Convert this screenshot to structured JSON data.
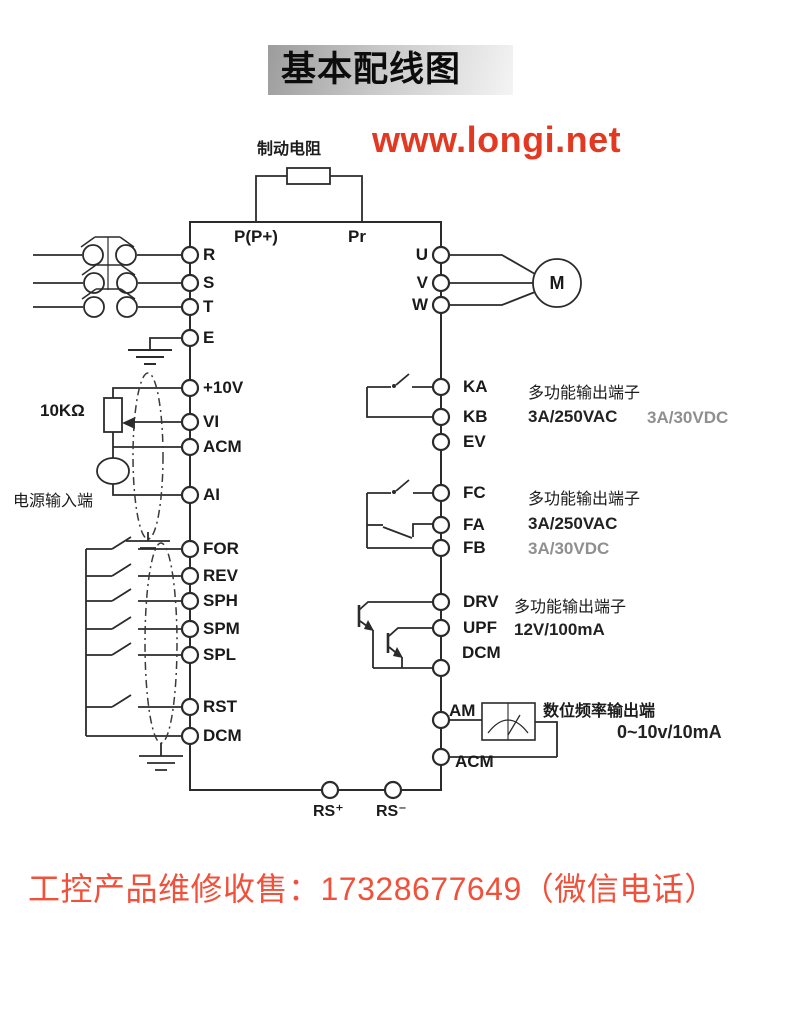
{
  "header": {
    "title": "基本配线图",
    "website": "www.longi.net"
  },
  "diagram": {
    "braking_resistor_label": "制动电阻",
    "terminal_p": "P(P+)",
    "terminal_pr": "Pr",
    "left_terminals": [
      "R",
      "S",
      "T",
      "E",
      "+10V",
      "VI",
      "ACM",
      "AI",
      "FOR",
      "REV",
      "SPH",
      "SPM",
      "SPL",
      "RST",
      "DCM"
    ],
    "output_terminals": [
      "U",
      "V",
      "W"
    ],
    "motor_label": "M",
    "pot_label": "10KΩ",
    "power_input_label": "电源输入端",
    "io_terminals": [
      "KA",
      "KB",
      "EV",
      "FC",
      "FA",
      "FB",
      "DRV",
      "UPF",
      "DCM",
      "AM",
      "ACM"
    ],
    "rs_plus": "RS⁺",
    "rs_minus": "RS⁻",
    "annotations": {
      "ka_title": "多功能输出端子",
      "ka_spec_ac": "3A/250VAC",
      "ka_spec_dc": "3A/30VDC",
      "fc_title": "多功能输出端子",
      "fc_spec_ac": "3A/250VAC",
      "fc_spec_dc": "3A/30VDC",
      "drv_title": "多功能输出端子",
      "drv_spec": "12V/100mA",
      "am_title": "数位频率输出端",
      "am_spec": "0~10v/10mA"
    }
  },
  "footer": {
    "contact": "工控产品维修收售：17328677649（微信电话）"
  },
  "colors": {
    "accent_red": "#e23a22",
    "footer_red": "#f1503a",
    "line": "#2b2b2b",
    "titlebar_gray": "#9c9c9c"
  }
}
